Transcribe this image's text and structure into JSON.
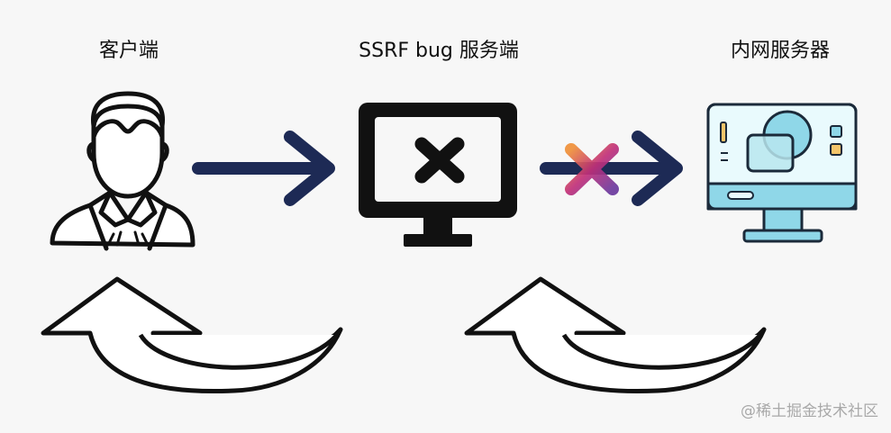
{
  "labels": {
    "client": "客户端",
    "ssrf_server": "SSRF bug 服务端",
    "internal_server": "内网服务器"
  },
  "watermark": "@稀土掘金技术社区",
  "colors": {
    "arrow": "#1d2a55",
    "outline": "#111111",
    "monitor": "#111111",
    "cross_gradient": [
      "#f0913a",
      "#c2307a",
      "#6c3a9e"
    ],
    "server_screen": "#8fd7e8",
    "server_bezel": "#e9fafd"
  },
  "icons": [
    "user-icon",
    "monitor-x-icon",
    "server-monitor-icon",
    "blocked-cross-icon",
    "return-arrow-icon"
  ]
}
